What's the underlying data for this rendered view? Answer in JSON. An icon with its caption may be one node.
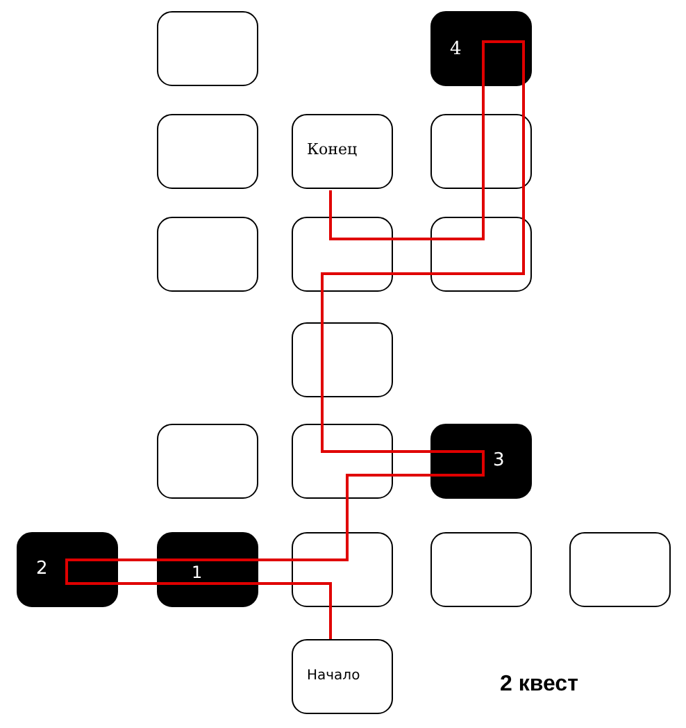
{
  "diagram": {
    "nodes": [
      {
        "text": [],
        "shape": "box"
      },
      {
        "text": [
          "4"
        ]
      },
      {
        "text": [],
        "shape": "box"
      },
      {
        "text": [
          "Конец"
        ]
      },
      {
        "text": [],
        "shape": "box"
      },
      {
        "text": [],
        "shape": "box"
      },
      {
        "text": [],
        "shape": "box"
      },
      {
        "text": [],
        "shape": "box"
      },
      {
        "text": [],
        "shape": "box"
      },
      {
        "text": [],
        "shape": "box"
      },
      {
        "text": [],
        "shape": "box"
      },
      {
        "text": [
          "3"
        ]
      },
      {
        "text": [
          "2"
        ]
      },
      {
        "text": [
          "1"
        ]
      },
      {
        "text": [],
        "shape": "box"
      },
      {
        "text": [],
        "shape": "box"
      },
      {
        "text": [],
        "shape": "box"
      },
      {
        "text": [
          "Начало"
        ]
      }
    ],
    "edges": [
      {
        "from": 17,
        "to": 14,
        "arrow": "none"
      },
      {
        "from": 14,
        "to": 13,
        "arrow": "none"
      },
      {
        "from": 13,
        "to": 12,
        "arrow": "none"
      },
      {
        "from": 12,
        "to": 13,
        "arrow": "none"
      },
      {
        "from": 13,
        "to": 14,
        "arrow": "none"
      },
      {
        "from": 14,
        "to": 10,
        "arrow": "none"
      },
      {
        "from": 10,
        "to": 11,
        "arrow": "none"
      },
      {
        "from": 11,
        "to": 10,
        "arrow": "none"
      },
      {
        "from": 10,
        "to": 8,
        "arrow": "none"
      },
      {
        "from": 8,
        "to": 6,
        "arrow": "none"
      },
      {
        "from": 6,
        "to": 7,
        "arrow": "none"
      },
      {
        "from": 7,
        "to": 4,
        "arrow": "none"
      },
      {
        "from": 4,
        "to": 1,
        "arrow": "none"
      },
      {
        "from": 1,
        "to": 4,
        "arrow": "none"
      },
      {
        "from": 4,
        "to": 7,
        "arrow": "none"
      },
      {
        "from": 7,
        "to": 6,
        "arrow": "none"
      },
      {
        "from": 6,
        "to": 3,
        "arrow": "none"
      }
    ],
    "labels": [
      "2 квест"
    ]
  }
}
